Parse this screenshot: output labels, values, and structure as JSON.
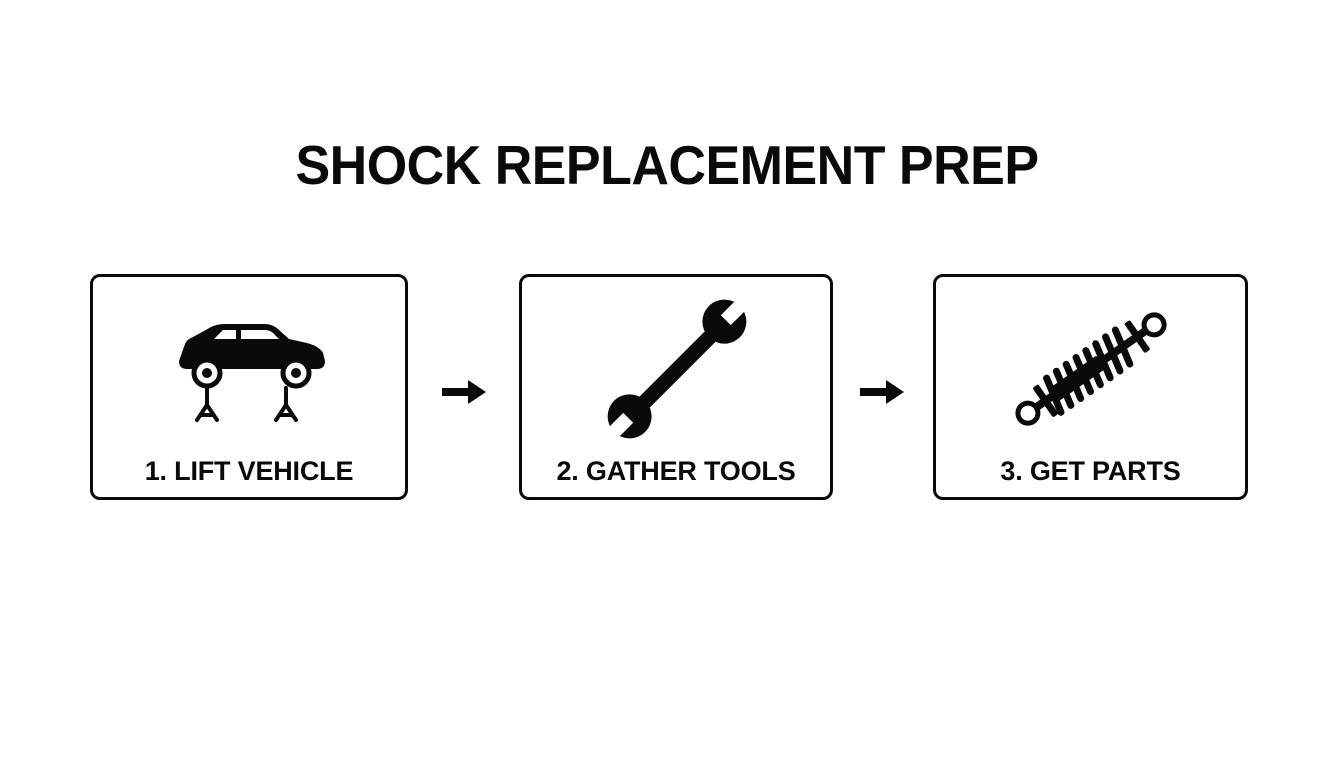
{
  "title": "SHOCK REPLACEMENT PREP",
  "colors": {
    "ink": "#0a0a0a",
    "background": "#ffffff"
  },
  "steps": [
    {
      "label": "1. LIFT VEHICLE",
      "icon": "car-on-jack-stands-icon"
    },
    {
      "label": "2. GATHER TOOLS",
      "icon": "wrench-icon"
    },
    {
      "label": "3. GET PARTS",
      "icon": "shock-absorber-icon"
    }
  ],
  "connectors": [
    {
      "icon": "arrow-right-icon"
    },
    {
      "icon": "arrow-right-icon"
    }
  ]
}
